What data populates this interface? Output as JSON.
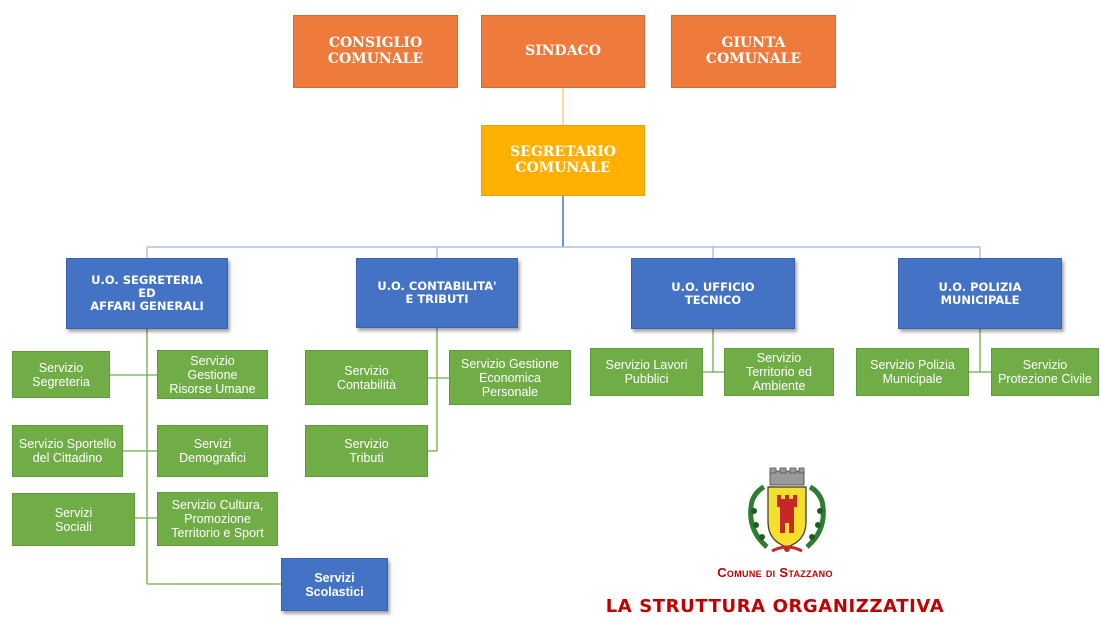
{
  "top": {
    "consiglio": "CONSIGLIO\nCOMUNALE",
    "sindaco": "SINDACO",
    "giunta": "GIUNTA\nCOMUNALE"
  },
  "segretario": "SEGRETARIO\nCOMUNALE",
  "units": {
    "segreteria": "U.O. SEGRETERIA\nED\nAFFARI GENERALI",
    "contabilita": "U.O. CONTABILITA'\nE TRIBUTI",
    "tecnico": "U.O. UFFICIO\nTECNICO",
    "polizia": "U.O. POLIZIA\nMUNICIPALE"
  },
  "services": {
    "segreteria": "Servizio\nSegreteria",
    "risorse_umane": "Servizio\nGestione\nRisorse Umane",
    "sportello": "Servizio Sportello\ndel Cittadino",
    "demografici": "Servizi\nDemografici",
    "sociali": "Servizi\nSociali",
    "cultura": "Servizio Cultura,\nPromozione\nTerritorio e Sport",
    "scolastici": "Servizi\nScolastici",
    "contabilita": "Servizio\nContabilità",
    "economica": "Servizio Gestione\nEconomica\nPersonale",
    "tributi": "Servizio\nTributi",
    "lavori_pubblici": "Servizio Lavori\nPubblici",
    "territorio": "Servizio\nTerritorio ed\nAmbiente",
    "polizia": "Servizio Polizia\nMunicipale",
    "protezione_civile": "Servizio\nProtezione Civile"
  },
  "footer": {
    "comune": "Comune di Stazzano",
    "struttura": "LA STRUTTURA ORGANIZZATIVA"
  },
  "colors": {
    "top_boxes": "#ee7a3c",
    "segretario": "#ffb000",
    "units": "#4472c4",
    "services": "#70ad47",
    "caption": "#c00000"
  },
  "icons": {
    "emblem": "coat-of-arms-icon"
  }
}
